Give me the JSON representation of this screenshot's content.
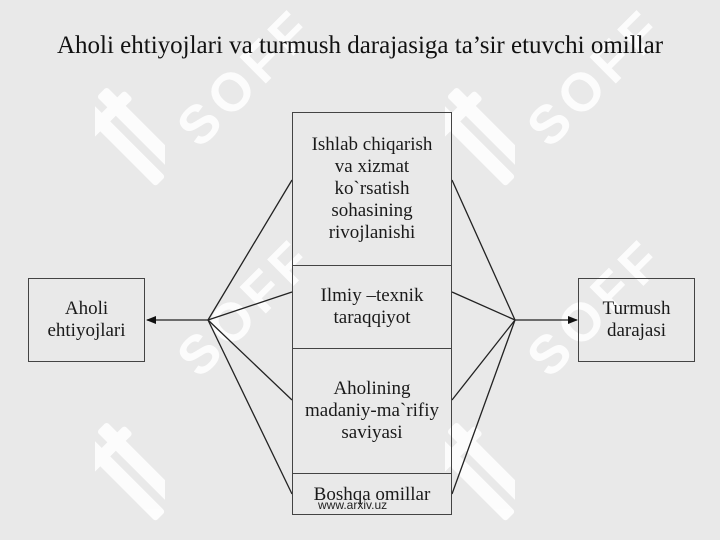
{
  "title": "Aholi ehtiyojlari va turmush darajasiga ta’sir etuvchi omillar",
  "left_box": "Aholi\nehtiyojlari",
  "right_box": "Turmush\ndarajasi",
  "factors": [
    "Ishlab chiqarish\nva xizmat\nko`rsatish\nsohasining\nrivojlanishi",
    "Ilmiy –texnik\ntaraqqiyot",
    "Aholining\nmadaniy-ma`rifiy\nsaviyasi",
    "Boshqa omillar"
  ],
  "website": "www.arxiv.uz",
  "watermark_text": "SOFF",
  "colors": {
    "background": "#e9e9e9",
    "watermark": "#ffffff",
    "line": "#222222"
  }
}
